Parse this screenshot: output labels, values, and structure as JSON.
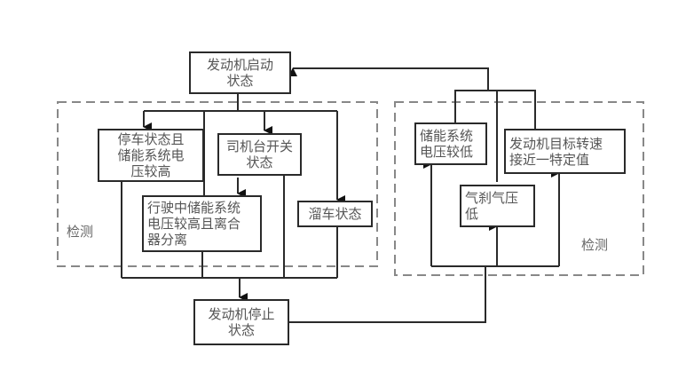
{
  "diagram": {
    "nodes": {
      "engine_start": "发动机启动\n状态",
      "parked_high_voltage": "停车状态且\n储能系统电\n压较高",
      "driver_switch": "司机台开关\n状态",
      "driving_high_voltage_clutch": "行驶中储能系统\n电压较高且离合\n器分离",
      "rolling": "溜车状态",
      "engine_stop": "发动机停止\n状态",
      "storage_low_voltage": "储能系统\n电压较低",
      "target_speed": "发动机目标转速\n接近一特定值",
      "brake_pressure_low": "气刹气压\n低"
    },
    "groups": {
      "left_detect": "检测",
      "right_detect": "检测"
    },
    "edges": [
      {
        "from": "engine_start",
        "to": "parked_high_voltage"
      },
      {
        "from": "engine_start",
        "to": "driver_switch"
      },
      {
        "from": "engine_start",
        "to": "driving_high_voltage_clutch"
      },
      {
        "from": "engine_start",
        "to": "rolling"
      },
      {
        "from": "parked_high_voltage",
        "to": "engine_stop"
      },
      {
        "from": "driver_switch",
        "to": "engine_stop"
      },
      {
        "from": "driving_high_voltage_clutch",
        "to": "engine_stop"
      },
      {
        "from": "rolling",
        "to": "engine_stop"
      },
      {
        "from": "engine_stop",
        "to": "storage_low_voltage"
      },
      {
        "from": "engine_stop",
        "to": "brake_pressure_low"
      },
      {
        "from": "engine_stop",
        "to": "target_speed"
      },
      {
        "from": "storage_low_voltage",
        "to": "engine_start"
      },
      {
        "from": "brake_pressure_low",
        "to": "engine_start"
      },
      {
        "from": "target_speed",
        "to": "engine_start"
      }
    ],
    "colors": {
      "line": "#2a2a2a",
      "dash": "#888888",
      "text": "#555555"
    }
  }
}
